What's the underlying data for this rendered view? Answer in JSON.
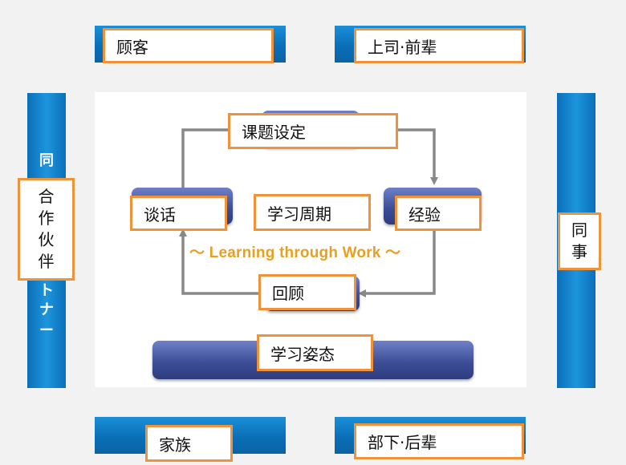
{
  "top_left": {
    "label": "顾客"
  },
  "top_right": {
    "label": "上司·前辈"
  },
  "bottom_left": {
    "label": "家族"
  },
  "bottom_right": {
    "label": "部下·后辈"
  },
  "left_side": {
    "bar_chars": [
      "同",
      "ト",
      "ナ",
      "ー"
    ],
    "label_chars": [
      "合",
      "作",
      "伙",
      "伴"
    ]
  },
  "right_side": {
    "label_chars": [
      "同",
      "事"
    ]
  },
  "cycle": {
    "top": "课题设定",
    "left": "谈话",
    "center": "学习周期",
    "right": "经验",
    "bottom": "回顾",
    "tagline": "～ Learning through Work ～"
  },
  "foundation": {
    "label": "学习姿态"
  },
  "colors": {
    "label_border": "#f0923a",
    "blue_bar": "#0a6fb8",
    "navy_box": "#3e4f98",
    "tagline": "#e8a020",
    "arrow": "#888888"
  }
}
